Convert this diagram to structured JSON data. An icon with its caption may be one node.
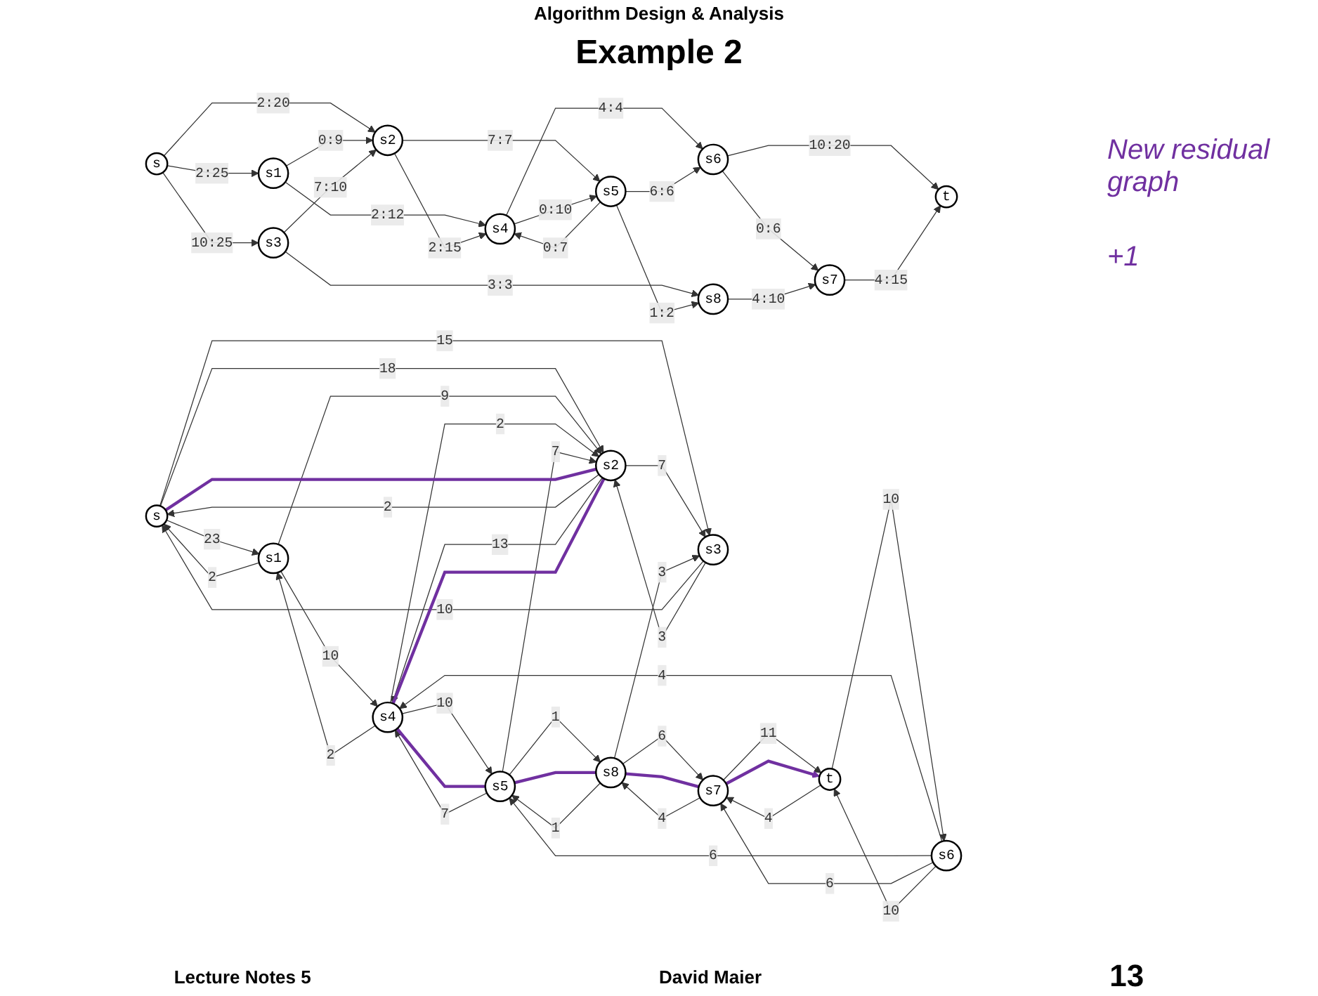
{
  "diagram": {
    "title": "Example 2",
    "nodes": [
      {
        "text": [
          "s"
        ]
      },
      {
        "text": [
          "s1"
        ]
      },
      {
        "text": [
          "s2"
        ]
      },
      {
        "text": [
          "s3"
        ]
      },
      {
        "text": [
          "s4"
        ]
      },
      {
        "text": [
          "s5"
        ]
      },
      {
        "text": [
          "s6"
        ]
      },
      {
        "text": [
          "s7"
        ]
      },
      {
        "text": [
          "s8"
        ]
      },
      {
        "text": [
          "t"
        ]
      },
      {
        "text": [
          "s"
        ]
      },
      {
        "text": [
          "s1"
        ]
      },
      {
        "text": [
          "s2"
        ]
      },
      {
        "text": [
          "s3"
        ]
      },
      {
        "text": [
          "s4"
        ]
      },
      {
        "text": [
          "s5"
        ]
      },
      {
        "text": [
          "s6"
        ]
      },
      {
        "text": [
          "s7"
        ]
      },
      {
        "text": [
          "s8"
        ]
      },
      {
        "text": [
          "t"
        ]
      }
    ],
    "edges": [
      {
        "from": 0,
        "to": 1,
        "arrow": "to",
        "label": "2:25"
      },
      {
        "from": 0,
        "to": 2,
        "arrow": "to",
        "label": "2:20"
      },
      {
        "from": 0,
        "to": 3,
        "arrow": "to",
        "label": "10:25"
      },
      {
        "from": 1,
        "to": 2,
        "arrow": "to",
        "label": "0:9"
      },
      {
        "from": 1,
        "to": 4,
        "arrow": "to",
        "label": "2:12"
      },
      {
        "from": 2,
        "to": 4,
        "arrow": "to",
        "label": "2:15"
      },
      {
        "from": 2,
        "to": 5,
        "arrow": "to",
        "label": "7:7"
      },
      {
        "from": 3,
        "to": 2,
        "arrow": "to",
        "label": "7:10"
      },
      {
        "from": 3,
        "to": 8,
        "arrow": "to",
        "label": "3:3"
      },
      {
        "from": 4,
        "to": 5,
        "arrow": "to",
        "label": "0:10"
      },
      {
        "from": 5,
        "to": 4,
        "arrow": "to",
        "label": "0:7"
      },
      {
        "from": 4,
        "to": 6,
        "arrow": "to",
        "label": "4:4"
      },
      {
        "from": 5,
        "to": 6,
        "arrow": "to",
        "label": "6:6"
      },
      {
        "from": 5,
        "to": 8,
        "arrow": "to",
        "label": "1:2"
      },
      {
        "from": 6,
        "to": 7,
        "arrow": "to",
        "label": "0:6"
      },
      {
        "from": 6,
        "to": 9,
        "arrow": "to",
        "label": "10:20"
      },
      {
        "from": 7,
        "to": 9,
        "arrow": "to",
        "label": "4:15"
      },
      {
        "from": 8,
        "to": 7,
        "arrow": "to",
        "label": "4:10"
      },
      {
        "from": 10,
        "to": 11,
        "arrow": "to",
        "label": "23"
      },
      {
        "from": 11,
        "to": 10,
        "arrow": "to",
        "label": "2"
      },
      {
        "from": 10,
        "to": 12,
        "arrow": "to",
        "label": "18"
      },
      {
        "from": 12,
        "to": 10,
        "arrow": "to",
        "label": "2"
      },
      {
        "from": 10,
        "to": 13,
        "arrow": "to",
        "label": "15"
      },
      {
        "from": 13,
        "to": 10,
        "arrow": "to",
        "label": "10"
      },
      {
        "from": 11,
        "to": 14,
        "arrow": "to",
        "label": "10"
      },
      {
        "from": 14,
        "to": 11,
        "arrow": "to",
        "label": "2"
      },
      {
        "from": 11,
        "to": 12,
        "arrow": "to",
        "label": "9"
      },
      {
        "from": 12,
        "to": 14,
        "arrow": "to",
        "label": "13"
      },
      {
        "from": 14,
        "to": 12,
        "arrow": "to",
        "label": "2"
      },
      {
        "from": 12,
        "to": 13,
        "arrow": "to",
        "label": "7"
      },
      {
        "from": 13,
        "to": 12,
        "arrow": "to",
        "label": "3"
      },
      {
        "from": 15,
        "to": 12,
        "arrow": "to",
        "label": "7"
      },
      {
        "from": 14,
        "to": 15,
        "arrow": "to",
        "label": "10"
      },
      {
        "from": 15,
        "to": 14,
        "arrow": "to",
        "label": "7"
      },
      {
        "from": 16,
        "to": 14,
        "arrow": "to",
        "label": "4"
      },
      {
        "from": 16,
        "to": 15,
        "arrow": "to",
        "label": "6"
      },
      {
        "from": 16,
        "to": 17,
        "arrow": "to",
        "label": "6"
      },
      {
        "from": 16,
        "to": 19,
        "arrow": "to",
        "label": "10"
      },
      {
        "from": 19,
        "to": 16,
        "arrow": "to",
        "label": "10"
      },
      {
        "from": 15,
        "to": 18,
        "arrow": "to",
        "label": "1"
      },
      {
        "from": 18,
        "to": 15,
        "arrow": "to",
        "label": "1"
      },
      {
        "from": 18,
        "to": 13,
        "arrow": "to",
        "label": "3"
      },
      {
        "from": 17,
        "to": 19,
        "arrow": "to",
        "label": "11"
      },
      {
        "from": 19,
        "to": 17,
        "arrow": "to",
        "label": "4"
      },
      {
        "from": 18,
        "to": 17,
        "arrow": "to",
        "label": "6"
      },
      {
        "from": 17,
        "to": 18,
        "arrow": "to",
        "label": "4"
      },
      {
        "from": 10,
        "to": 12,
        "arrow": "none",
        "style": "thick",
        "color": "#7030a0"
      },
      {
        "from": 12,
        "to": 14,
        "arrow": "none",
        "style": "thick",
        "color": "#7030a0"
      },
      {
        "from": 14,
        "to": 15,
        "arrow": "none",
        "style": "thick",
        "color": "#7030a0"
      },
      {
        "from": 15,
        "to": 18,
        "arrow": "none",
        "style": "thick",
        "color": "#7030a0"
      },
      {
        "from": 18,
        "to": 17,
        "arrow": "none",
        "style": "thick",
        "color": "#7030a0"
      },
      {
        "from": 17,
        "to": 19,
        "arrow": "to",
        "style": "thick",
        "color": "#7030a0"
      }
    ],
    "labels": [
      "Algorithm Design & Analysis",
      "New residual graph",
      "+1",
      "Lecture Notes 5",
      "David Maier",
      "13"
    ]
  }
}
